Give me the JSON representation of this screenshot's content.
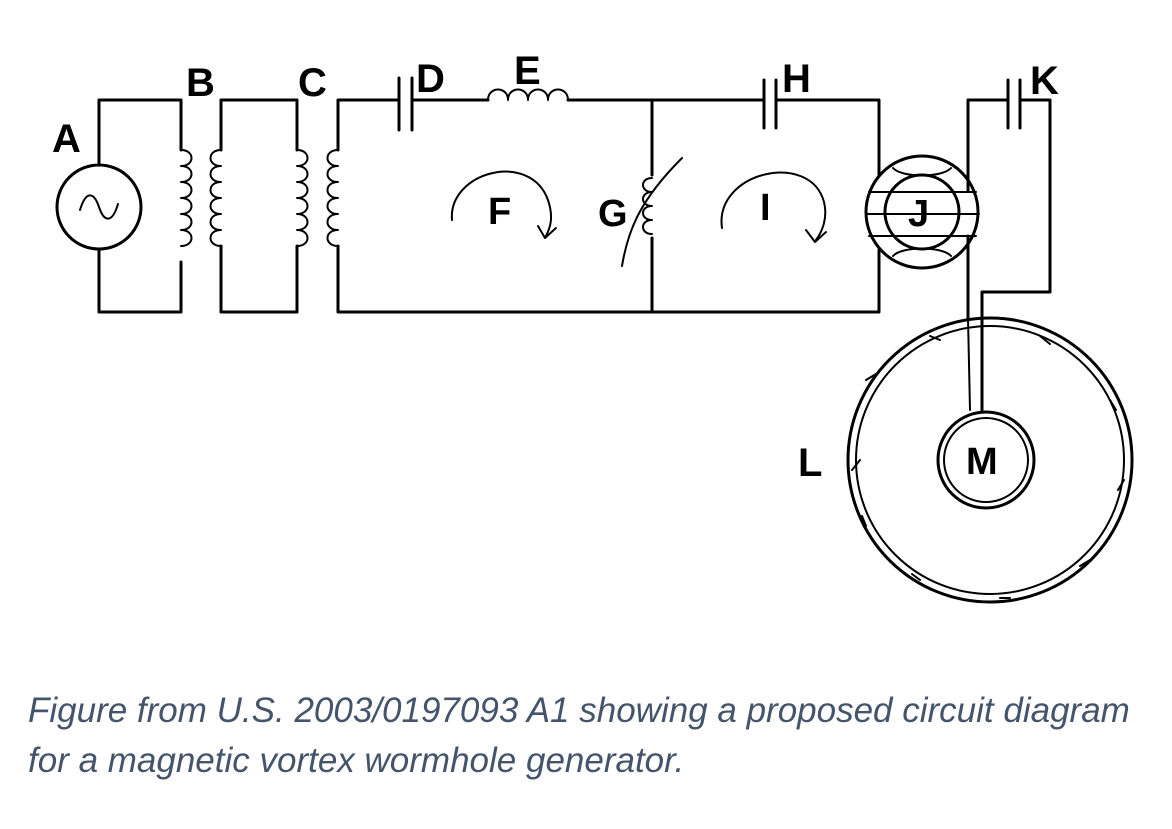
{
  "labels": {
    "A": "A",
    "B": "B",
    "C": "C",
    "D": "D",
    "E": "E",
    "F": "F",
    "G": "G",
    "H": "H",
    "I": "I",
    "J": "J",
    "K": "K",
    "L": "L",
    "M": "M"
  },
  "caption": "Figure from U.S. 2003/0197093 A1 showing a proposed circuit diagram for a magnetic vortex wormhole generator."
}
